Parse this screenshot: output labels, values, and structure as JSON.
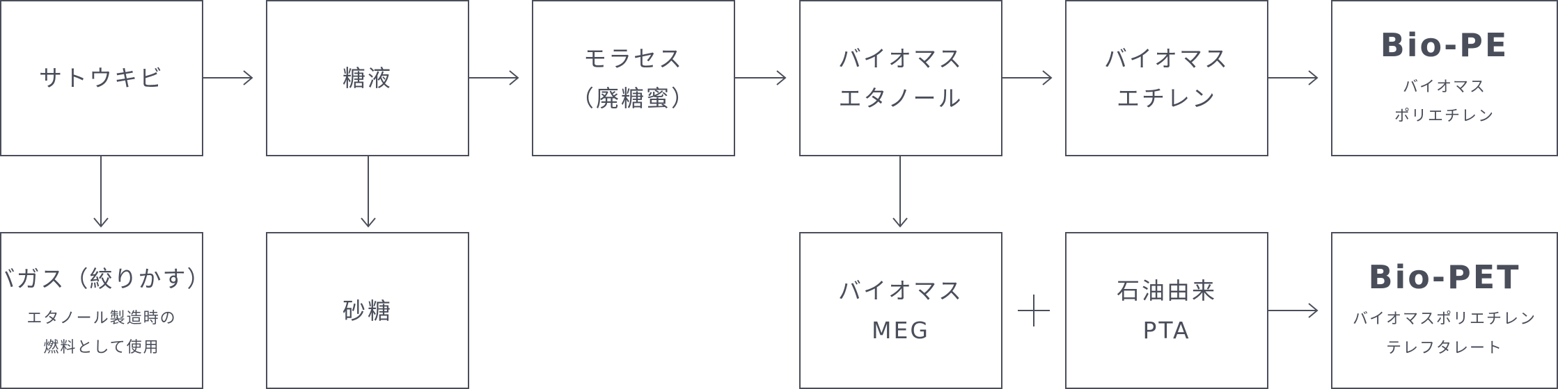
{
  "diagram": {
    "sugarcane": "サトウキビ",
    "sugar_juice": "糖液",
    "molasses": [
      "モラセス",
      "（廃糖蜜）"
    ],
    "biomass_ethanol": [
      "バイオマス",
      "エタノール"
    ],
    "biomass_ethylene": [
      "バイオマス",
      "エチレン"
    ],
    "bio_pe": {
      "title": "Bio-PE",
      "sub": [
        "バイオマス",
        "ポリエチレン"
      ]
    },
    "bagasse": {
      "title": "バガス（絞りかす）",
      "sub": [
        "エタノール製造時の",
        "燃料として使用"
      ]
    },
    "sugar": "砂糖",
    "biomass_meg": [
      "バイオマス",
      "MEG"
    ],
    "plus": "+",
    "petroleum_pta": [
      "石油由来",
      "PTA"
    ],
    "bio_pet": {
      "title": "Bio-PET",
      "sub": [
        "バイオマスポリエチレン",
        "テレフタレート"
      ]
    }
  },
  "colors": {
    "stroke": "#4a4e5a",
    "text": "#4a4e5a",
    "background": "#ffffff"
  }
}
